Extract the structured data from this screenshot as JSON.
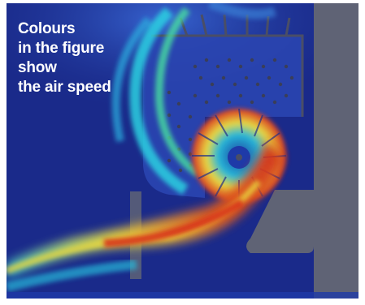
{
  "caption": {
    "lines": [
      "Colours",
      "in the figure",
      "show",
      "the air speed"
    ]
  },
  "colors": {
    "background": "#1a2a8a",
    "housing": "#5f6375",
    "slow": "#1e3aa8",
    "medium": "#22c4d8",
    "fast_mid": "#e8e040",
    "fast": "#d8281c"
  }
}
